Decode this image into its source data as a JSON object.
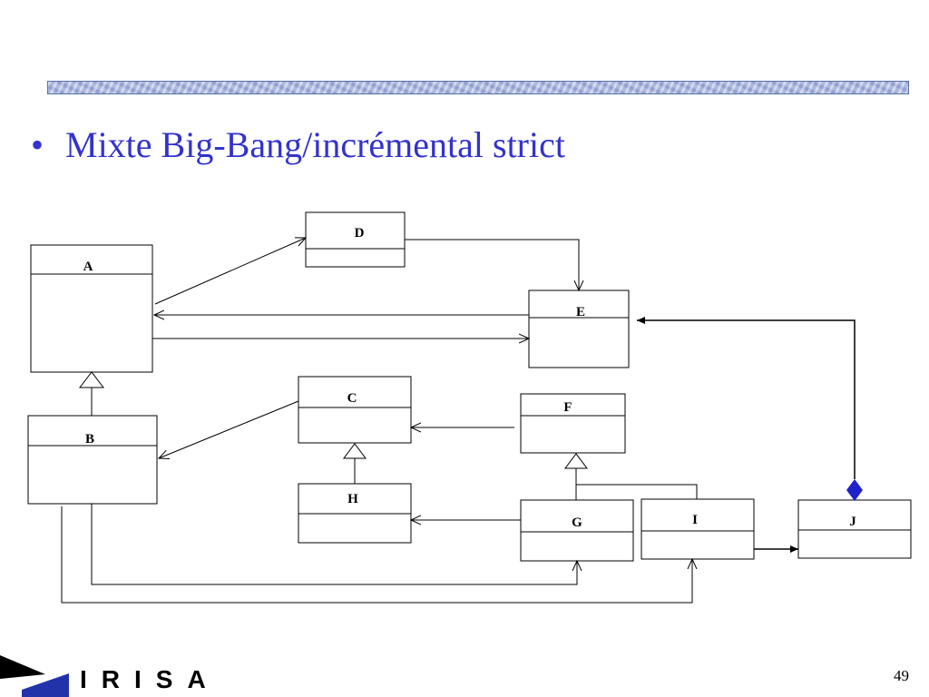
{
  "slide": {
    "bullet": "Mixte Big-Bang/incrémental strict",
    "logo_text": "IRISA",
    "page_number": "49"
  },
  "classes": {
    "A": "A",
    "B": "B",
    "C": "C",
    "D": "D",
    "E": "E",
    "F": "F",
    "G": "G",
    "H": "H",
    "I": "I",
    "J": "J"
  },
  "colors": {
    "bullet_text": "#3333cc",
    "composition_diamond": "#2222cc",
    "logo_blue": "#2233aa"
  }
}
